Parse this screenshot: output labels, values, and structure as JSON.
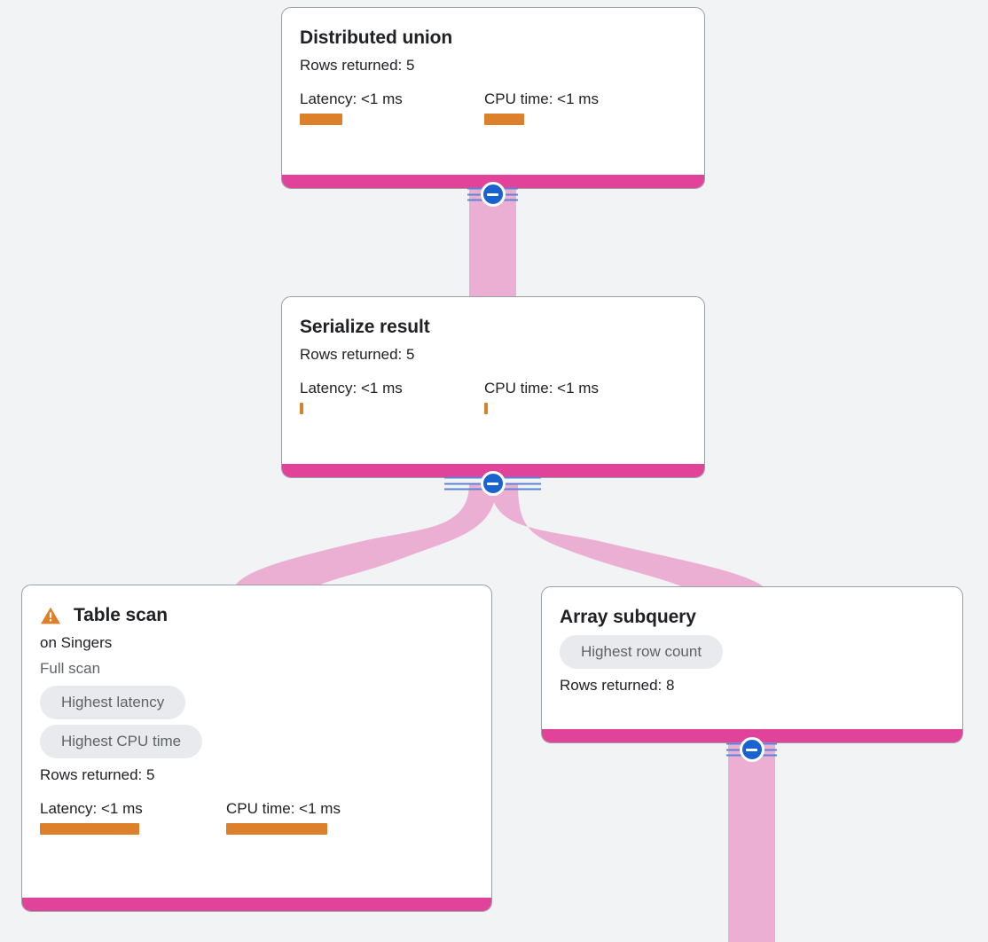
{
  "theme": {
    "background": "#F1F3F4",
    "card_bg": "#FFFFFF",
    "card_border": "#9AA0A6",
    "accent_bar": "#E2439A",
    "edge_ribbon": "#EBAFD3",
    "metric_bar": "#DC802C",
    "warning_icon": "#DC802C",
    "chip_bg": "#E8EAED",
    "chip_text": "#5F6368",
    "toggle_knob": "#1A62CE",
    "toggle_rail": "#5C84D6",
    "text_primary": "#202124",
    "text_muted": "#5F6368"
  },
  "labels": {
    "rows_returned_prefix": "Rows returned:",
    "latency_prefix": "Latency:",
    "cpu_time_prefix": "CPU time:"
  },
  "nodes": [
    {
      "id": "distributed-union",
      "title": "Distributed union",
      "rows_returned": "Rows returned: 5",
      "latency": "Latency: <1 ms",
      "cpu_time": "CPU time: <1 ms",
      "has_warning": false,
      "chips": [],
      "subtitle": "",
      "scan_type": ""
    },
    {
      "id": "serialize-result",
      "title": "Serialize result",
      "rows_returned": "Rows returned: 5",
      "latency": "Latency: <1 ms",
      "cpu_time": "CPU time: <1 ms",
      "has_warning": false,
      "chips": [],
      "subtitle": "",
      "scan_type": ""
    },
    {
      "id": "table-scan",
      "title": "Table scan",
      "subtitle": "on Singers",
      "scan_type": "Full scan",
      "rows_returned": "Rows returned: 5",
      "latency": "Latency: <1 ms",
      "cpu_time": "CPU time: <1 ms",
      "has_warning": true,
      "chips": [
        "Highest latency",
        "Highest CPU time"
      ]
    },
    {
      "id": "array-subquery",
      "title": "Array subquery",
      "subtitle": "",
      "scan_type": "",
      "rows_returned": "Rows returned: 8",
      "latency": "",
      "cpu_time": "",
      "has_warning": false,
      "chips": [
        "Highest row count"
      ]
    }
  ],
  "toggles": [
    {
      "id": "toggle-distributed-union",
      "icon": "minus-circle-icon",
      "state": "expanded"
    },
    {
      "id": "toggle-serialize-result",
      "icon": "minus-circle-icon",
      "state": "expanded"
    },
    {
      "id": "toggle-array-subquery",
      "icon": "minus-circle-icon",
      "state": "expanded"
    }
  ],
  "chart_data": {
    "type": "diagram",
    "title": "Query execution plan",
    "nodes": [
      {
        "name": "Distributed union",
        "rows_returned": 5,
        "latency_ms": "<1",
        "cpu_time_ms": "<1",
        "latency_bar_pct": 33,
        "cpu_bar_pct": 25
      },
      {
        "name": "Serialize result",
        "rows_returned": 5,
        "latency_ms": "<1",
        "cpu_time_ms": "<1",
        "latency_bar_pct": 2,
        "cpu_bar_pct": 2
      },
      {
        "name": "Table scan",
        "target": "Singers",
        "scan_type": "Full scan",
        "rows_returned": 5,
        "latency_ms": "<1",
        "cpu_time_ms": "<1",
        "latency_bar_pct": 60,
        "cpu_bar_pct": 52,
        "tags": [
          "Highest latency",
          "Highest CPU time"
        ],
        "warning": true
      },
      {
        "name": "Array subquery",
        "rows_returned": 8,
        "tags": [
          "Highest row count"
        ]
      }
    ],
    "edges": [
      {
        "from": "Distributed union",
        "to": "Serialize result"
      },
      {
        "from": "Serialize result",
        "to": "Table scan"
      },
      {
        "from": "Serialize result",
        "to": "Array subquery"
      },
      {
        "from": "Array subquery",
        "to": "(offscreen child)"
      }
    ]
  }
}
